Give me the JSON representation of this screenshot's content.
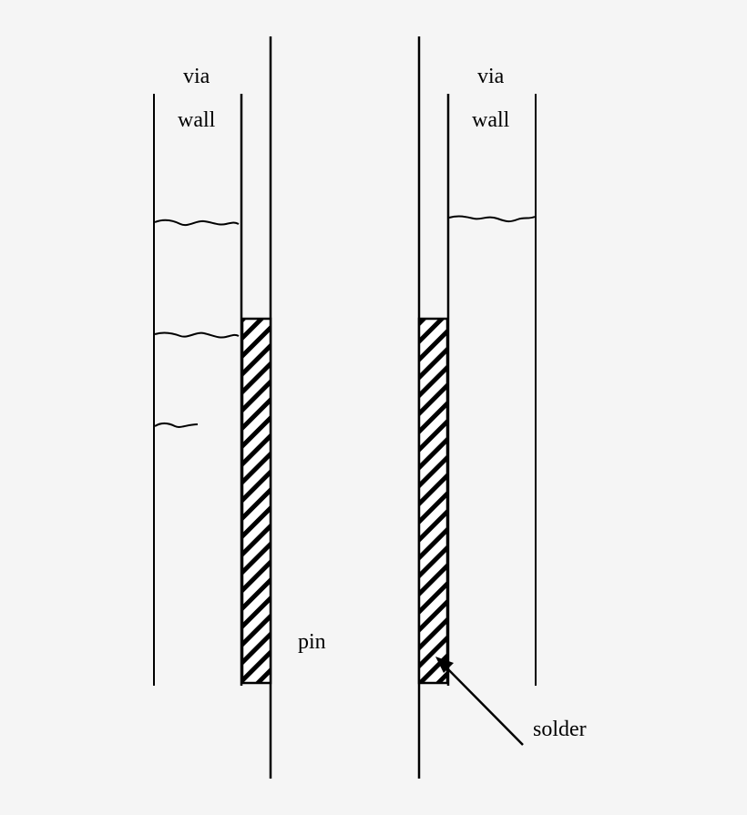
{
  "diagram": {
    "left": {
      "via_label": "via",
      "wall_label": "wall",
      "pin_label": "pin"
    },
    "right": {
      "via_label": "via",
      "wall_label": "wall",
      "solder_label": "solder"
    },
    "colors": {
      "background": "#f5f5f5",
      "stroke": "#000000"
    }
  }
}
